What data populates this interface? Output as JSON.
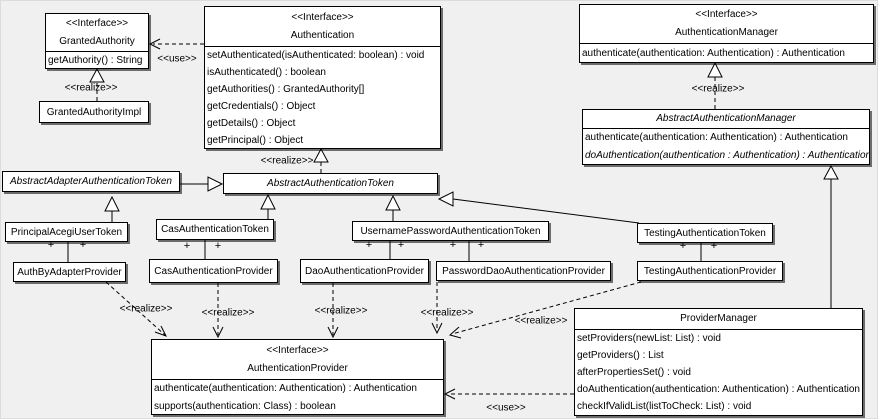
{
  "colors": {
    "background": "#f0f0f0",
    "box_fill": "#ffffff",
    "line_color": "#000000"
  },
  "classes": {
    "granted_authority": {
      "stereotype": "<<Interface>>",
      "name": "GrantedAuthority",
      "methods": [
        "getAuthority() : String"
      ]
    },
    "granted_authority_impl": {
      "name": "GrantedAuthorityImpl"
    },
    "authentication": {
      "stereotype": "<<Interface>>",
      "name": "Authentication",
      "methods": [
        "setAuthenticated(isAuthenticated: boolean) : void",
        "isAuthenticated() : boolean",
        "getAuthorities() : GrantedAuthority[]",
        "getCredentials() : Object",
        "getDetails() : Object",
        "getPrincipal() : Object"
      ]
    },
    "authentication_manager": {
      "stereotype": "<<Interface>>",
      "name": "AuthenticationManager",
      "methods": [
        "authenticate(authentication: Authentication) : Authentication"
      ]
    },
    "abstract_authentication_manager": {
      "name": "AbstractAuthenticationManager",
      "methods": [
        "authenticate(authentication: Authentication) : Authentication",
        "doAuthentication(authentication : Authentication) : Authentication"
      ]
    },
    "abstract_adapter_authentication_token": {
      "name": "AbstractAdapterAuthenticationToken"
    },
    "abstract_authentication_token": {
      "name": "AbstractAuthenticationToken"
    },
    "principal_acegi_user_token": {
      "name": "PrincipalAcegiUserToken"
    },
    "cas_authentication_token": {
      "name": "CasAuthenticationToken"
    },
    "username_password_authentication_token": {
      "name": "UsernamePasswordAuthenticationToken"
    },
    "testing_authentication_token": {
      "name": "TestingAuthenticationToken"
    },
    "auth_by_adapter_provider": {
      "name": "AuthByAdapterProvider"
    },
    "cas_authentication_provider": {
      "name": "CasAuthenticationProvider"
    },
    "dao_authentication_provider": {
      "name": "DaoAuthenticationProvider"
    },
    "password_dao_authentication_provider": {
      "name": "PasswordDaoAuthenticationProvider"
    },
    "testing_authentication_provider": {
      "name": "TestingAuthenticationProvider"
    },
    "authentication_provider": {
      "stereotype": "<<Interface>>",
      "name": "AuthenticationProvider",
      "methods": [
        "authenticate(authentication: Authentication) : Authentication",
        "supports(authentication: Class) : boolean"
      ]
    },
    "provider_manager": {
      "name": "ProviderManager",
      "methods": [
        "setProviders(newList: List) : void",
        "getProviders() : List",
        "afterPropertiesSet() : void",
        "doAuthentication(authentication: Authentication) : Authentication",
        "checkIfValidList(listToCheck: List) : void"
      ]
    }
  },
  "labels": {
    "use_granted_authority": "<<use>>",
    "realize_granted_authority": "<<realize>>",
    "realize_abstract_token": "<<realize>>",
    "realize_authentication_manager": "<<realize>>",
    "realize_auth_by_adapter": "<<realize>>",
    "realize_cas": "<<realize>>",
    "realize_dao": "<<realize>>",
    "realize_password_dao": "<<realize>>",
    "realize_testing": "<<realize>>",
    "use_provider_manager": "<<use>>"
  },
  "symbols": {
    "plus": "+"
  }
}
